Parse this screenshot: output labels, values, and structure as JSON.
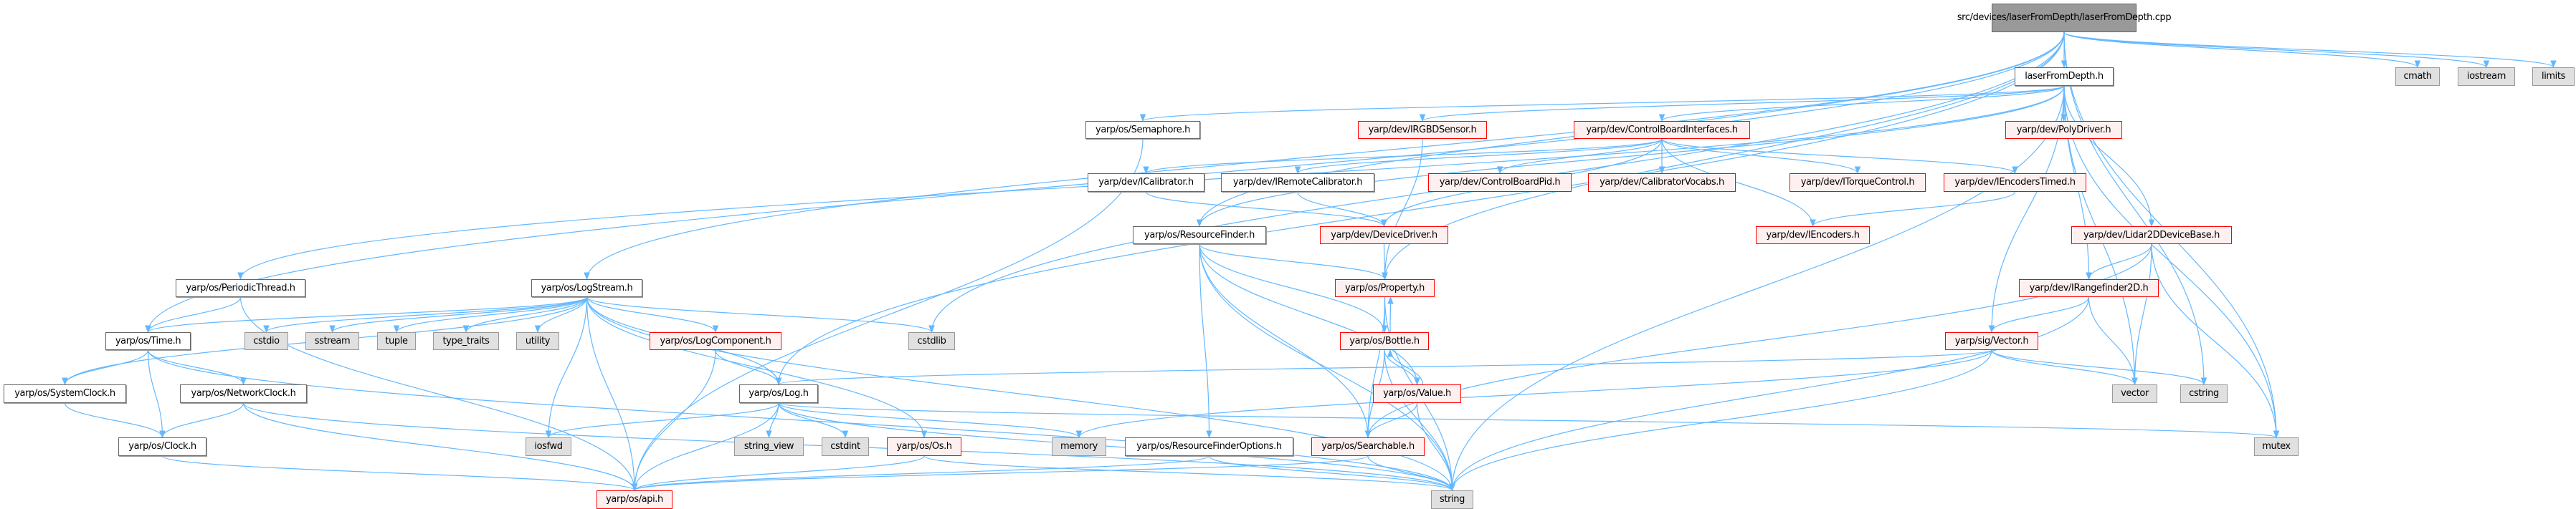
{
  "graph": {
    "edge_color": "#63b8ff",
    "nodes": [
      {
        "id": "root",
        "label": "src/devices/laserFromDepth\n/laserFromDepth.cpp",
        "kind": "root"
      },
      {
        "id": "lfd",
        "label": "laserFromDepth.h",
        "kind": "local"
      },
      {
        "id": "cmath",
        "label": "cmath",
        "kind": "sys"
      },
      {
        "id": "iostream",
        "label": "iostream",
        "kind": "sys"
      },
      {
        "id": "limits",
        "label": "limits",
        "kind": "sys"
      },
      {
        "id": "periodic",
        "label": "yarp/os/PeriodicThread.h",
        "kind": "local"
      },
      {
        "id": "logstream",
        "label": "yarp/os/LogStream.h",
        "kind": "local"
      },
      {
        "id": "semaphore",
        "label": "yarp/os/Semaphore.h",
        "kind": "local"
      },
      {
        "id": "irgbd",
        "label": "yarp/dev/IRGBDSensor.h",
        "kind": "red"
      },
      {
        "id": "cbi",
        "label": "yarp/dev/ControlBoardInterfaces.h",
        "kind": "red"
      },
      {
        "id": "polydriver",
        "label": "yarp/dev/PolyDriver.h",
        "kind": "red"
      },
      {
        "id": "icalib",
        "label": "yarp/dev/ICalibrator.h",
        "kind": "local"
      },
      {
        "id": "iremcalib",
        "label": "yarp/dev/IRemoteCalibrator.h",
        "kind": "local"
      },
      {
        "id": "cbpid",
        "label": "yarp/dev/ControlBoardPid.h",
        "kind": "red"
      },
      {
        "id": "calibvocabs",
        "label": "yarp/dev/CalibratorVocabs.h",
        "kind": "red"
      },
      {
        "id": "itorque",
        "label": "yarp/dev/ITorqueControl.h",
        "kind": "red"
      },
      {
        "id": "iencodersT",
        "label": "yarp/dev/IEncodersTimed.h",
        "kind": "red"
      },
      {
        "id": "resfinder",
        "label": "yarp/os/ResourceFinder.h",
        "kind": "local"
      },
      {
        "id": "devdriver",
        "label": "yarp/dev/DeviceDriver.h",
        "kind": "red"
      },
      {
        "id": "iencoders",
        "label": "yarp/dev/IEncoders.h",
        "kind": "red"
      },
      {
        "id": "lidar",
        "label": "yarp/dev/Lidar2DDeviceBase.h",
        "kind": "red"
      },
      {
        "id": "property",
        "label": "yarp/os/Property.h",
        "kind": "red"
      },
      {
        "id": "irange",
        "label": "yarp/dev/IRangefinder2D.h",
        "kind": "red"
      },
      {
        "id": "time",
        "label": "yarp/os/Time.h",
        "kind": "local"
      },
      {
        "id": "cstdio",
        "label": "cstdio",
        "kind": "sys"
      },
      {
        "id": "sstream",
        "label": "sstream",
        "kind": "sys"
      },
      {
        "id": "tuple",
        "label": "tuple",
        "kind": "sys"
      },
      {
        "id": "typetraits",
        "label": "type_traits",
        "kind": "sys"
      },
      {
        "id": "utility",
        "label": "utility",
        "kind": "sys"
      },
      {
        "id": "logcomp",
        "label": "yarp/os/LogComponent.h",
        "kind": "red"
      },
      {
        "id": "cstdlib",
        "label": "cstdlib",
        "kind": "sys"
      },
      {
        "id": "bottle",
        "label": "yarp/os/Bottle.h",
        "kind": "red"
      },
      {
        "id": "vectorh",
        "label": "yarp/sig/Vector.h",
        "kind": "red"
      },
      {
        "id": "sysclock",
        "label": "yarp/os/SystemClock.h",
        "kind": "local"
      },
      {
        "id": "netclock",
        "label": "yarp/os/NetworkClock.h",
        "kind": "local"
      },
      {
        "id": "log",
        "label": "yarp/os/Log.h",
        "kind": "local"
      },
      {
        "id": "value",
        "label": "yarp/os/Value.h",
        "kind": "red"
      },
      {
        "id": "vector",
        "label": "vector",
        "kind": "sys"
      },
      {
        "id": "cstring",
        "label": "cstring",
        "kind": "sys"
      },
      {
        "id": "clock",
        "label": "yarp/os/Clock.h",
        "kind": "local"
      },
      {
        "id": "iosfwd",
        "label": "iosfwd",
        "kind": "sys"
      },
      {
        "id": "stringview",
        "label": "string_view",
        "kind": "sys"
      },
      {
        "id": "cstdint",
        "label": "cstdint",
        "kind": "sys"
      },
      {
        "id": "os",
        "label": "yarp/os/Os.h",
        "kind": "red"
      },
      {
        "id": "memory",
        "label": "memory",
        "kind": "sys"
      },
      {
        "id": "rfopts",
        "label": "yarp/os/ResourceFinderOptions.h",
        "kind": "local"
      },
      {
        "id": "searchable",
        "label": "yarp/os/Searchable.h",
        "kind": "red"
      },
      {
        "id": "mutex",
        "label": "mutex",
        "kind": "sys"
      },
      {
        "id": "api",
        "label": "yarp/os/api.h",
        "kind": "red"
      },
      {
        "id": "string",
        "label": "string",
        "kind": "sys"
      }
    ],
    "edges": [
      [
        "root",
        "lfd"
      ],
      [
        "root",
        "cmath"
      ],
      [
        "root",
        "iostream"
      ],
      [
        "root",
        "limits"
      ],
      [
        "root",
        "mutex"
      ],
      [
        "root",
        "cstring"
      ],
      [
        "root",
        "time"
      ],
      [
        "root",
        "logstream"
      ],
      [
        "root",
        "log"
      ],
      [
        "root",
        "cstdlib"
      ],
      [
        "root",
        "property"
      ],
      [
        "root",
        "resfinder"
      ],
      [
        "lfd",
        "periodic"
      ],
      [
        "lfd",
        "semaphore"
      ],
      [
        "lfd",
        "irgbd"
      ],
      [
        "lfd",
        "cbi"
      ],
      [
        "lfd",
        "polydriver"
      ],
      [
        "lfd",
        "lidar"
      ],
      [
        "lfd",
        "irange"
      ],
      [
        "lfd",
        "vectorh"
      ],
      [
        "lfd",
        "vector"
      ],
      [
        "lfd",
        "mutex"
      ],
      [
        "lfd",
        "string"
      ],
      [
        "lfd",
        "resfinder"
      ],
      [
        "cbi",
        "icalib"
      ],
      [
        "cbi",
        "iremcalib"
      ],
      [
        "cbi",
        "cbpid"
      ],
      [
        "cbi",
        "calibvocabs"
      ],
      [
        "cbi",
        "itorque"
      ],
      [
        "cbi",
        "iencodersT"
      ],
      [
        "cbi",
        "iencoders"
      ],
      [
        "cbi",
        "devdriver"
      ],
      [
        "icalib",
        "devdriver"
      ],
      [
        "iremcalib",
        "devdriver"
      ],
      [
        "iencodersT",
        "iencoders"
      ],
      [
        "irgbd",
        "property"
      ],
      [
        "semaphore",
        "api"
      ],
      [
        "devdriver",
        "property"
      ],
      [
        "resfinder",
        "property"
      ],
      [
        "resfinder",
        "bottle"
      ],
      [
        "resfinder",
        "value"
      ],
      [
        "resfinder",
        "searchable"
      ],
      [
        "resfinder",
        "rfopts"
      ],
      [
        "resfinder",
        "string"
      ],
      [
        "property",
        "bottle"
      ],
      [
        "property",
        "searchable"
      ],
      [
        "property",
        "string"
      ],
      [
        "bottle",
        "property"
      ],
      [
        "bottle",
        "value"
      ],
      [
        "bottle",
        "searchable"
      ],
      [
        "bottle",
        "string"
      ],
      [
        "value",
        "bottle"
      ],
      [
        "value",
        "searchable"
      ],
      [
        "value",
        "string"
      ],
      [
        "searchable",
        "api"
      ],
      [
        "searchable",
        "string"
      ],
      [
        "rfopts",
        "api"
      ],
      [
        "rfopts",
        "string"
      ],
      [
        "lidar",
        "irange"
      ],
      [
        "lidar",
        "vector"
      ],
      [
        "lidar",
        "mutex"
      ],
      [
        "lidar",
        "searchable"
      ],
      [
        "irange",
        "vectorh"
      ],
      [
        "irange",
        "vector"
      ],
      [
        "irange",
        "string"
      ],
      [
        "vectorh",
        "log"
      ],
      [
        "vectorh",
        "vector"
      ],
      [
        "vectorh",
        "cstring"
      ],
      [
        "vectorh",
        "string"
      ],
      [
        "vectorh",
        "memory"
      ],
      [
        "logstream",
        "time"
      ],
      [
        "logstream",
        "cstdio"
      ],
      [
        "logstream",
        "sstream"
      ],
      [
        "logstream",
        "tuple"
      ],
      [
        "logstream",
        "typetraits"
      ],
      [
        "logstream",
        "utility"
      ],
      [
        "logstream",
        "logcomp"
      ],
      [
        "logstream",
        "api"
      ],
      [
        "logstream",
        "iosfwd"
      ],
      [
        "logstream",
        "log"
      ],
      [
        "logstream",
        "sysclock"
      ],
      [
        "logstream",
        "cstdlib"
      ],
      [
        "logstream",
        "string"
      ],
      [
        "logstream",
        "os"
      ],
      [
        "logcomp",
        "log"
      ],
      [
        "logcomp",
        "api"
      ],
      [
        "log",
        "iosfwd"
      ],
      [
        "log",
        "stringview"
      ],
      [
        "log",
        "cstdint"
      ],
      [
        "log",
        "api"
      ],
      [
        "log",
        "memory"
      ],
      [
        "log",
        "mutex"
      ],
      [
        "log",
        "string"
      ],
      [
        "periodic",
        "time"
      ],
      [
        "periodic",
        "api"
      ],
      [
        "time",
        "sysclock"
      ],
      [
        "time",
        "clock"
      ],
      [
        "time",
        "netclock"
      ],
      [
        "time",
        "string"
      ],
      [
        "sysclock",
        "clock"
      ],
      [
        "netclock",
        "clock"
      ],
      [
        "netclock",
        "api"
      ],
      [
        "netclock",
        "string"
      ],
      [
        "clock",
        "api"
      ],
      [
        "os",
        "api"
      ],
      [
        "os",
        "string"
      ]
    ]
  }
}
